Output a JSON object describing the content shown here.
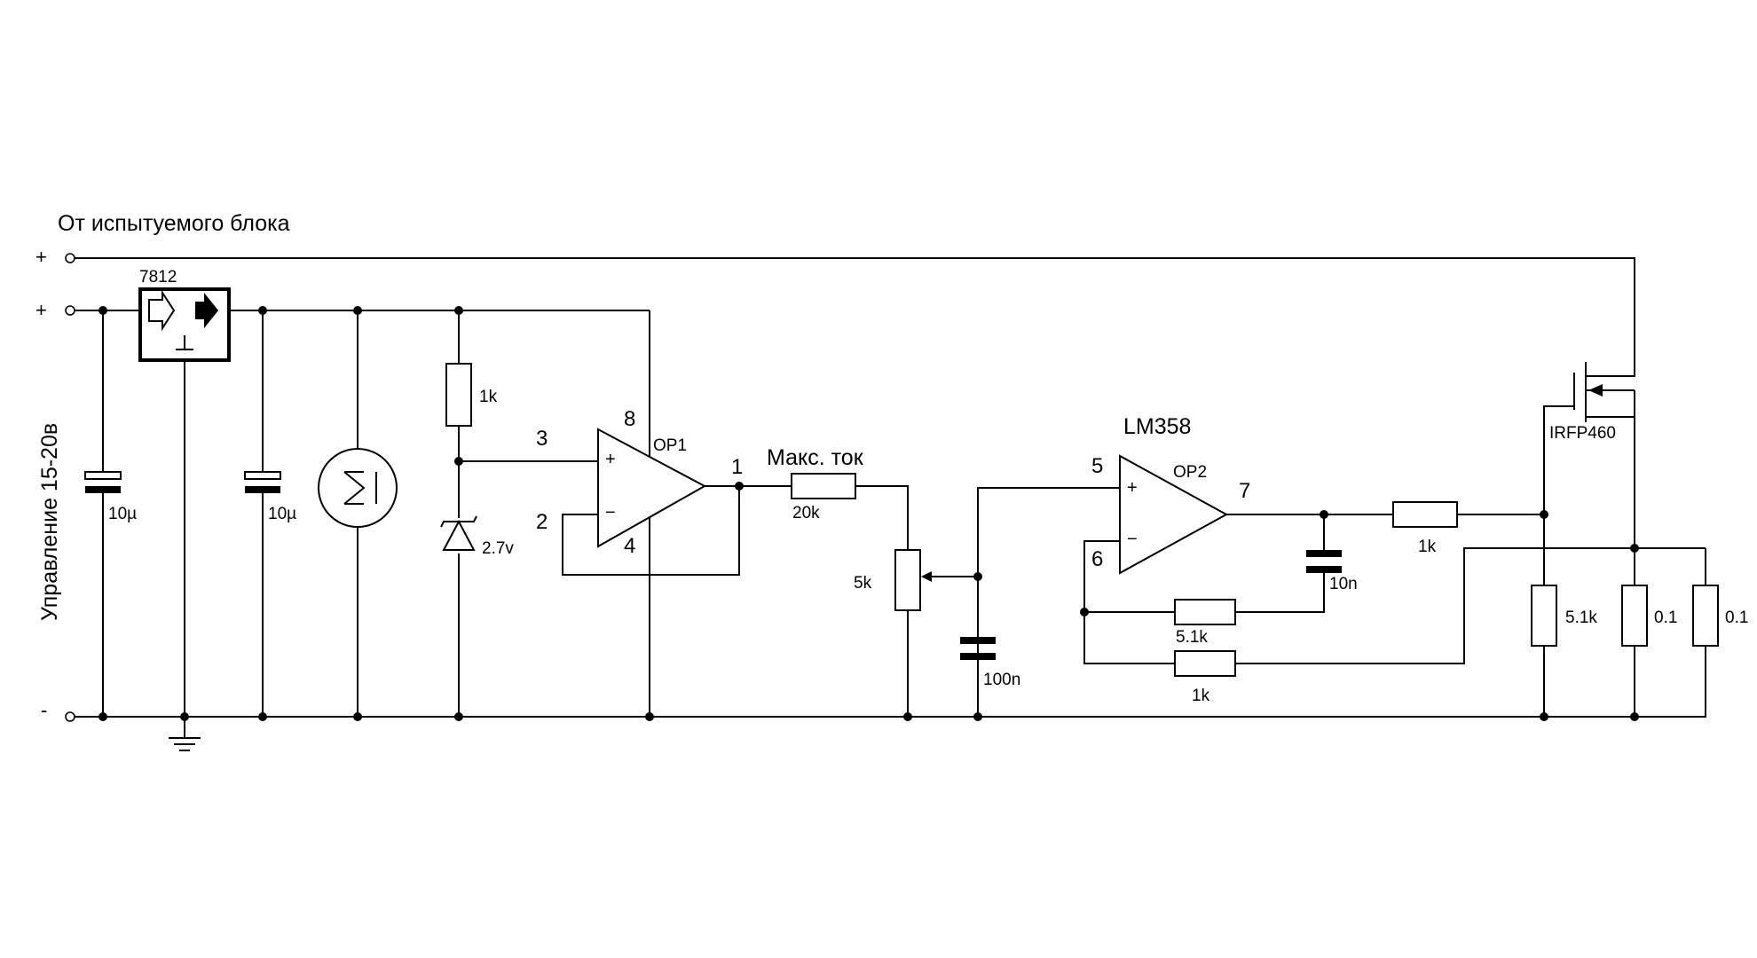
{
  "header": {
    "title": "От испытуемого блока"
  },
  "side_label": "Управление 15-20в",
  "terminals": {
    "plus_top": "+",
    "plus_mid": "+",
    "minus": "-"
  },
  "regulator": {
    "label": "7812"
  },
  "capacitors": {
    "c1": "10µ",
    "c2": "10µ",
    "c3": "100n",
    "c4": "10n"
  },
  "resistors": {
    "r_div": "1k",
    "r_20k": "20k",
    "pot": "5k",
    "r_gate": "1k",
    "r_fb1": "5.1k",
    "r_fb2": "1k",
    "r_gate_pd": "5.1k",
    "r_shunt1": "0.1",
    "r_shunt2": "0.1"
  },
  "zener": {
    "label": "2.7v"
  },
  "opamp1": {
    "name": "OP1",
    "pin_plus": "3",
    "pin_minus": "2",
    "pin_out": "1",
    "pin_vcc": "8",
    "pin_gnd": "4",
    "sym_plus": "+",
    "sym_minus": "−"
  },
  "opamp2": {
    "name": "OP2",
    "part": "LM358",
    "pin_plus": "5",
    "pin_minus": "6",
    "pin_out": "7",
    "sym_plus": "+",
    "sym_minus": "−"
  },
  "max_current": "Макс. ток",
  "mosfet": {
    "label": "IRFP460"
  }
}
